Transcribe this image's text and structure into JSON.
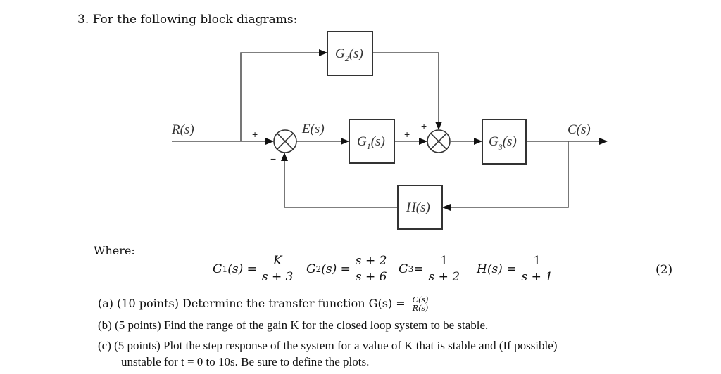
{
  "problem": {
    "title": "3. For the following block diagrams:",
    "where_label": "Where:",
    "equation_number": "(2)"
  },
  "diagram": {
    "signals": {
      "input": "R(s)",
      "error": "E(s)",
      "output": "C(s)"
    },
    "blocks": {
      "g1": {
        "name": "G",
        "sub": "1",
        "arg": "(s)"
      },
      "g2": {
        "name": "G",
        "sub": "2",
        "arg": "(s)"
      },
      "g3": {
        "name": "G",
        "sub": "3",
        "arg": "(s)"
      },
      "h": {
        "label": "H(s)"
      }
    },
    "junction1": {
      "plus": "+",
      "minus": "−"
    },
    "junction2": {
      "plus_left": "+",
      "plus_top": "+"
    }
  },
  "equations": {
    "g1": {
      "lhs_name": "G",
      "lhs_sub": "1",
      "lhs_arg": "(s) =",
      "num": "K",
      "den": "s + 3"
    },
    "g2": {
      "lhs_name": "G",
      "lhs_sub": "2",
      "lhs_arg": "(s) =",
      "num": "s + 2",
      "den": "s + 6"
    },
    "g3": {
      "lhs_name": "G",
      "lhs_sub": "3",
      "lhs_arg": " =",
      "num": "1",
      "den": "s + 2"
    },
    "h": {
      "lhs_name": "H",
      "lhs_sub": "",
      "lhs_arg": "(s) =",
      "num": "1",
      "den": "s + 1"
    }
  },
  "questions": [
    {
      "id": "a",
      "text": "(a)  (10 points)  Determine the transfer function G(s) =",
      "frac_num": "C(s)",
      "frac_den": "R(s)"
    },
    {
      "id": "b",
      "text": "(b)  (5 points)  Find the range of the gain K for the closed loop system to be stable."
    },
    {
      "id": "c",
      "line1": "(c)  (5 points)  Plot the step response of the system for a value of K that is stable and (If possible)",
      "line2": "unstable for t = 0 to 10s. Be sure to define the plots."
    }
  ]
}
